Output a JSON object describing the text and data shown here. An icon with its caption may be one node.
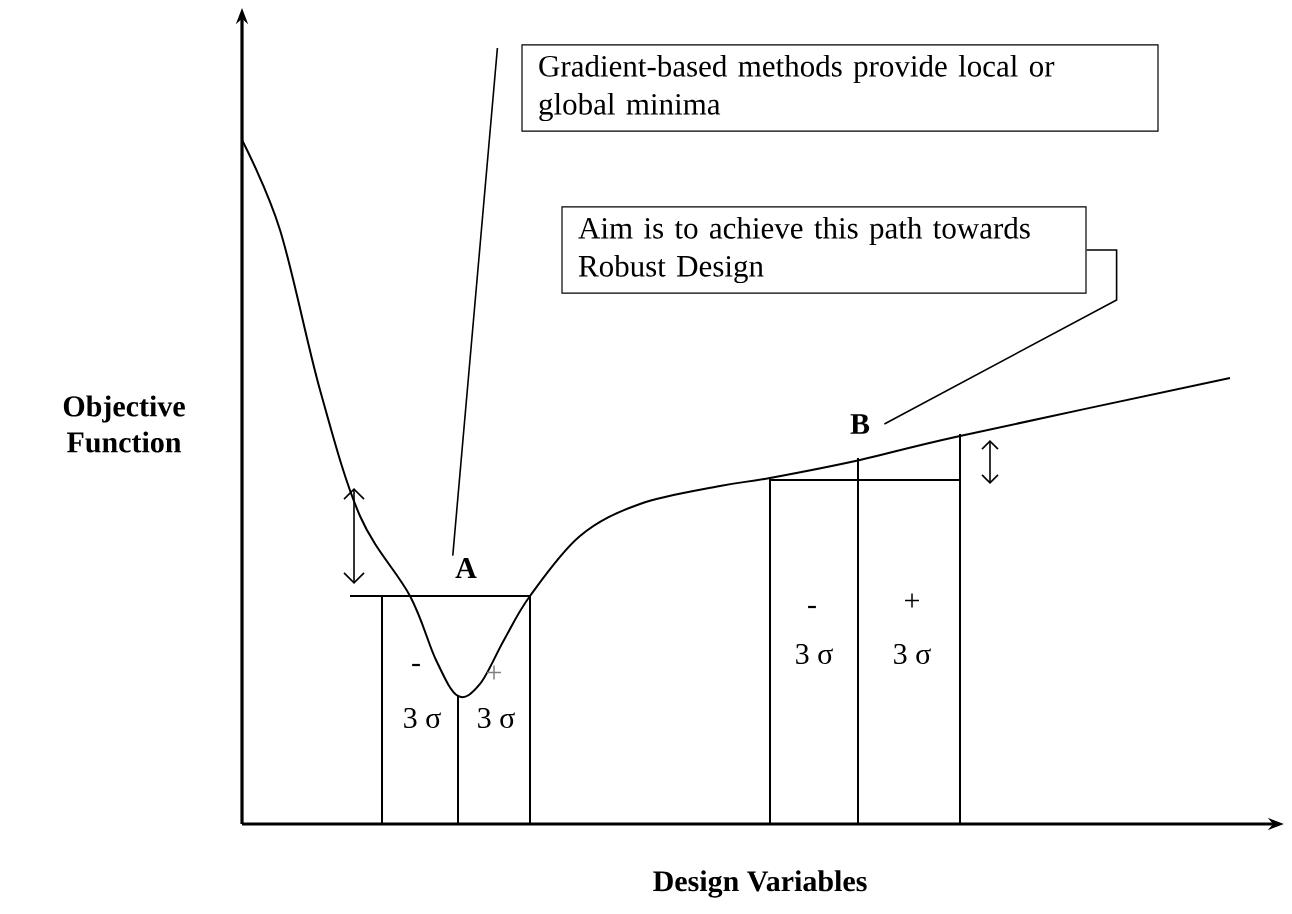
{
  "diagram": {
    "nodes": [
      {
        "text": [
          "Gradient-based methods provide local or global minima"
        ]
      },
      {
        "text": [
          "Aim is to achieve this path towards Robust Design"
        ]
      },
      {
        "text": [
          "A"
        ]
      },
      {
        "text": [
          "B"
        ]
      }
    ],
    "edges": [
      {
        "from": 0,
        "to": 2,
        "arrow": "none"
      },
      {
        "from": 1,
        "to": 3,
        "arrow": "none"
      }
    ],
    "labels": [
      "Objective Function",
      "-",
      "3 σ",
      "+",
      "3 σ",
      "-",
      "3 σ",
      "+",
      "3 σ",
      "Design Variables"
    ]
  }
}
